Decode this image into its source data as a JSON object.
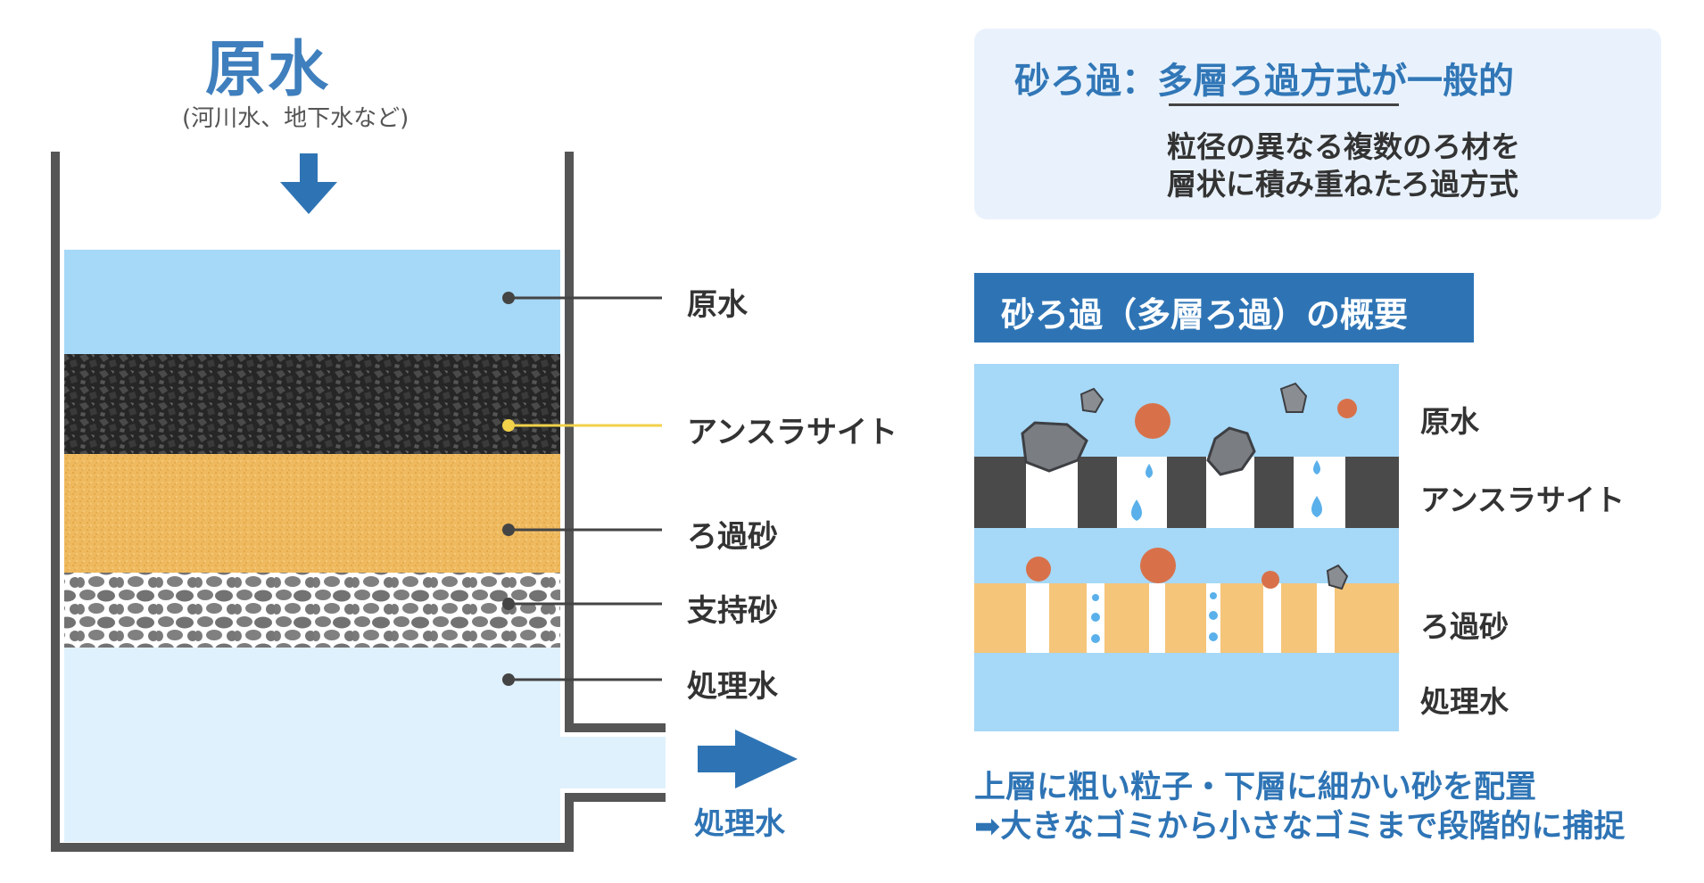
{
  "header": {
    "title": "原水",
    "subtitle": "(河川水、地下水など)"
  },
  "tank": {
    "layers": [
      {
        "label": "原水"
      },
      {
        "label": "アンスラサイト"
      },
      {
        "label": "ろ過砂"
      },
      {
        "label": "支持砂"
      },
      {
        "label": "処理水"
      }
    ],
    "outlet_label": "処理水"
  },
  "info": {
    "title": "砂ろ過：多層ろ過方式が一般的",
    "desc_line1": "粒径の異なる複数のろ材を",
    "desc_line2": "層状に積み重ねたろ過方式"
  },
  "overview": {
    "title": "砂ろ過（多層ろ過）の概要",
    "labels": [
      "原水",
      "アンスラサイト",
      "ろ過砂",
      "処理水"
    ]
  },
  "notes": {
    "line1": "上層に粗い粒子・下層に細かい砂を配置",
    "line2": "➡大きなゴミから小さなゴミまで段階的に捕捉"
  },
  "colors": {
    "accent": "#2e74b5",
    "water": "#a6d8f7",
    "treated_water": "#dff1fc",
    "anthracite": "#2a2a2a",
    "sand": "#efba5f",
    "gravel": "#7d7d7d",
    "wall": "#555555",
    "anthracite_line": "#f2d14b"
  }
}
